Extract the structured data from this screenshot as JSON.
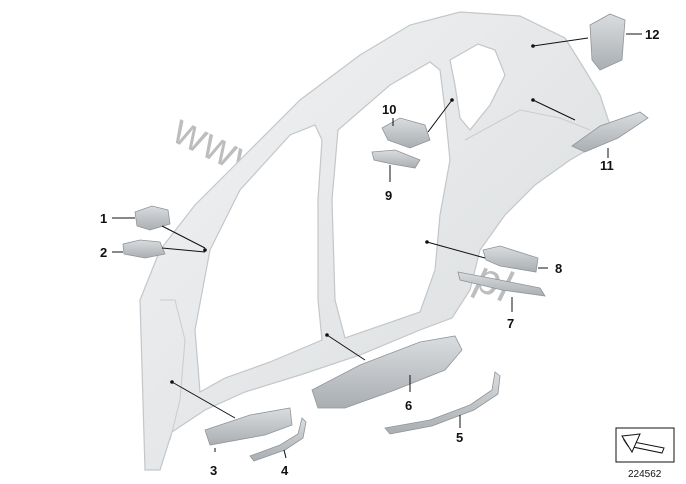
{
  "watermark": "www.BMWstore.pl",
  "reference_number": "224562",
  "callouts": [
    {
      "id": "1",
      "label": "1"
    },
    {
      "id": "2",
      "label": "2"
    },
    {
      "id": "3",
      "label": "3"
    },
    {
      "id": "4",
      "label": "4"
    },
    {
      "id": "5",
      "label": "5"
    },
    {
      "id": "6",
      "label": "6"
    },
    {
      "id": "7",
      "label": "7"
    },
    {
      "id": "8",
      "label": "8"
    },
    {
      "id": "9",
      "label": "9"
    },
    {
      "id": "10",
      "label": "10"
    },
    {
      "id": "11",
      "label": "11"
    },
    {
      "id": "12",
      "label": "12"
    }
  ],
  "colors": {
    "panel": "#e9ebec",
    "panel_dark": "#c9cdd0",
    "part": "#cfd3d6",
    "part_dark": "#9ea4a8",
    "line": "#111111"
  }
}
